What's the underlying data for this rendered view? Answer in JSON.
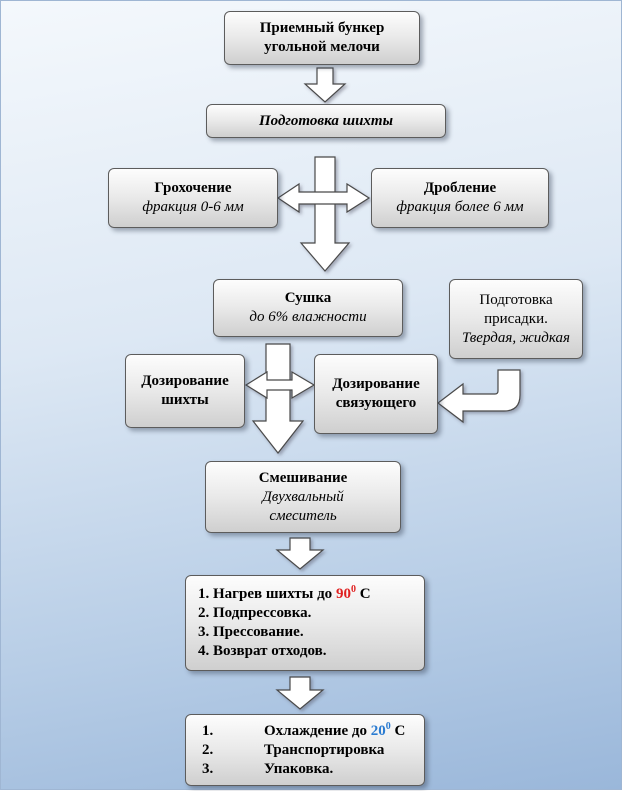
{
  "boxes": {
    "bunker": {
      "line1": "Приемный бункер",
      "line2": "угольной мелочи"
    },
    "prep": {
      "text": "Подготовка шихты"
    },
    "screening": {
      "title": "Грохочение",
      "note": "фракция 0-6 мм"
    },
    "crushing": {
      "title": "Дробление",
      "note": "фракция более 6 мм"
    },
    "drying": {
      "title": "Сушка",
      "note": "до 6%  влажности"
    },
    "additive": {
      "line1": "Подготовка",
      "line2": "присадки.",
      "note": "Твердая, жидкая"
    },
    "dose_charge": {
      "line1": "Дозирование",
      "line2": "шихты"
    },
    "dose_binder": {
      "line1": "Дозирование",
      "line2": "связующего"
    },
    "mixing": {
      "title": "Смешивание",
      "note1": "Двухвальный",
      "note2": "смеситель"
    },
    "press": {
      "step1_text": "1. Нагрев шихты до ",
      "step1_value": "90",
      "step1_sup": "0",
      "step1_unit": " С",
      "step2": "2. Подпрессовка.",
      "step3": "3. Прессование.",
      "step4": "4. Возврат отходов."
    },
    "final": {
      "n1": "1.",
      "step1_text": "Охлаждение до ",
      "step1_value": "20",
      "step1_sup": "0",
      "step1_unit": " С",
      "n2": "2.",
      "step2": "Транспортировка",
      "n3": "3.",
      "step3": "Упаковка."
    }
  },
  "colors": {
    "red_value": "#e02020",
    "blue_value": "#2a7bd1",
    "arrow_fill": "#ffffff",
    "arrow_stroke": "#4a4a4a"
  }
}
